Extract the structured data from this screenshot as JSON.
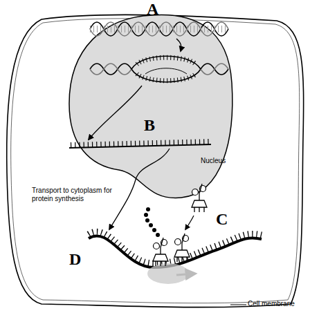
{
  "diagram": {
    "labels": [
      "A",
      "B",
      "C",
      "D",
      "Nucleus",
      "Transport to cytoplasm for protein synthesis",
      "Cell membrane"
    ]
  }
}
